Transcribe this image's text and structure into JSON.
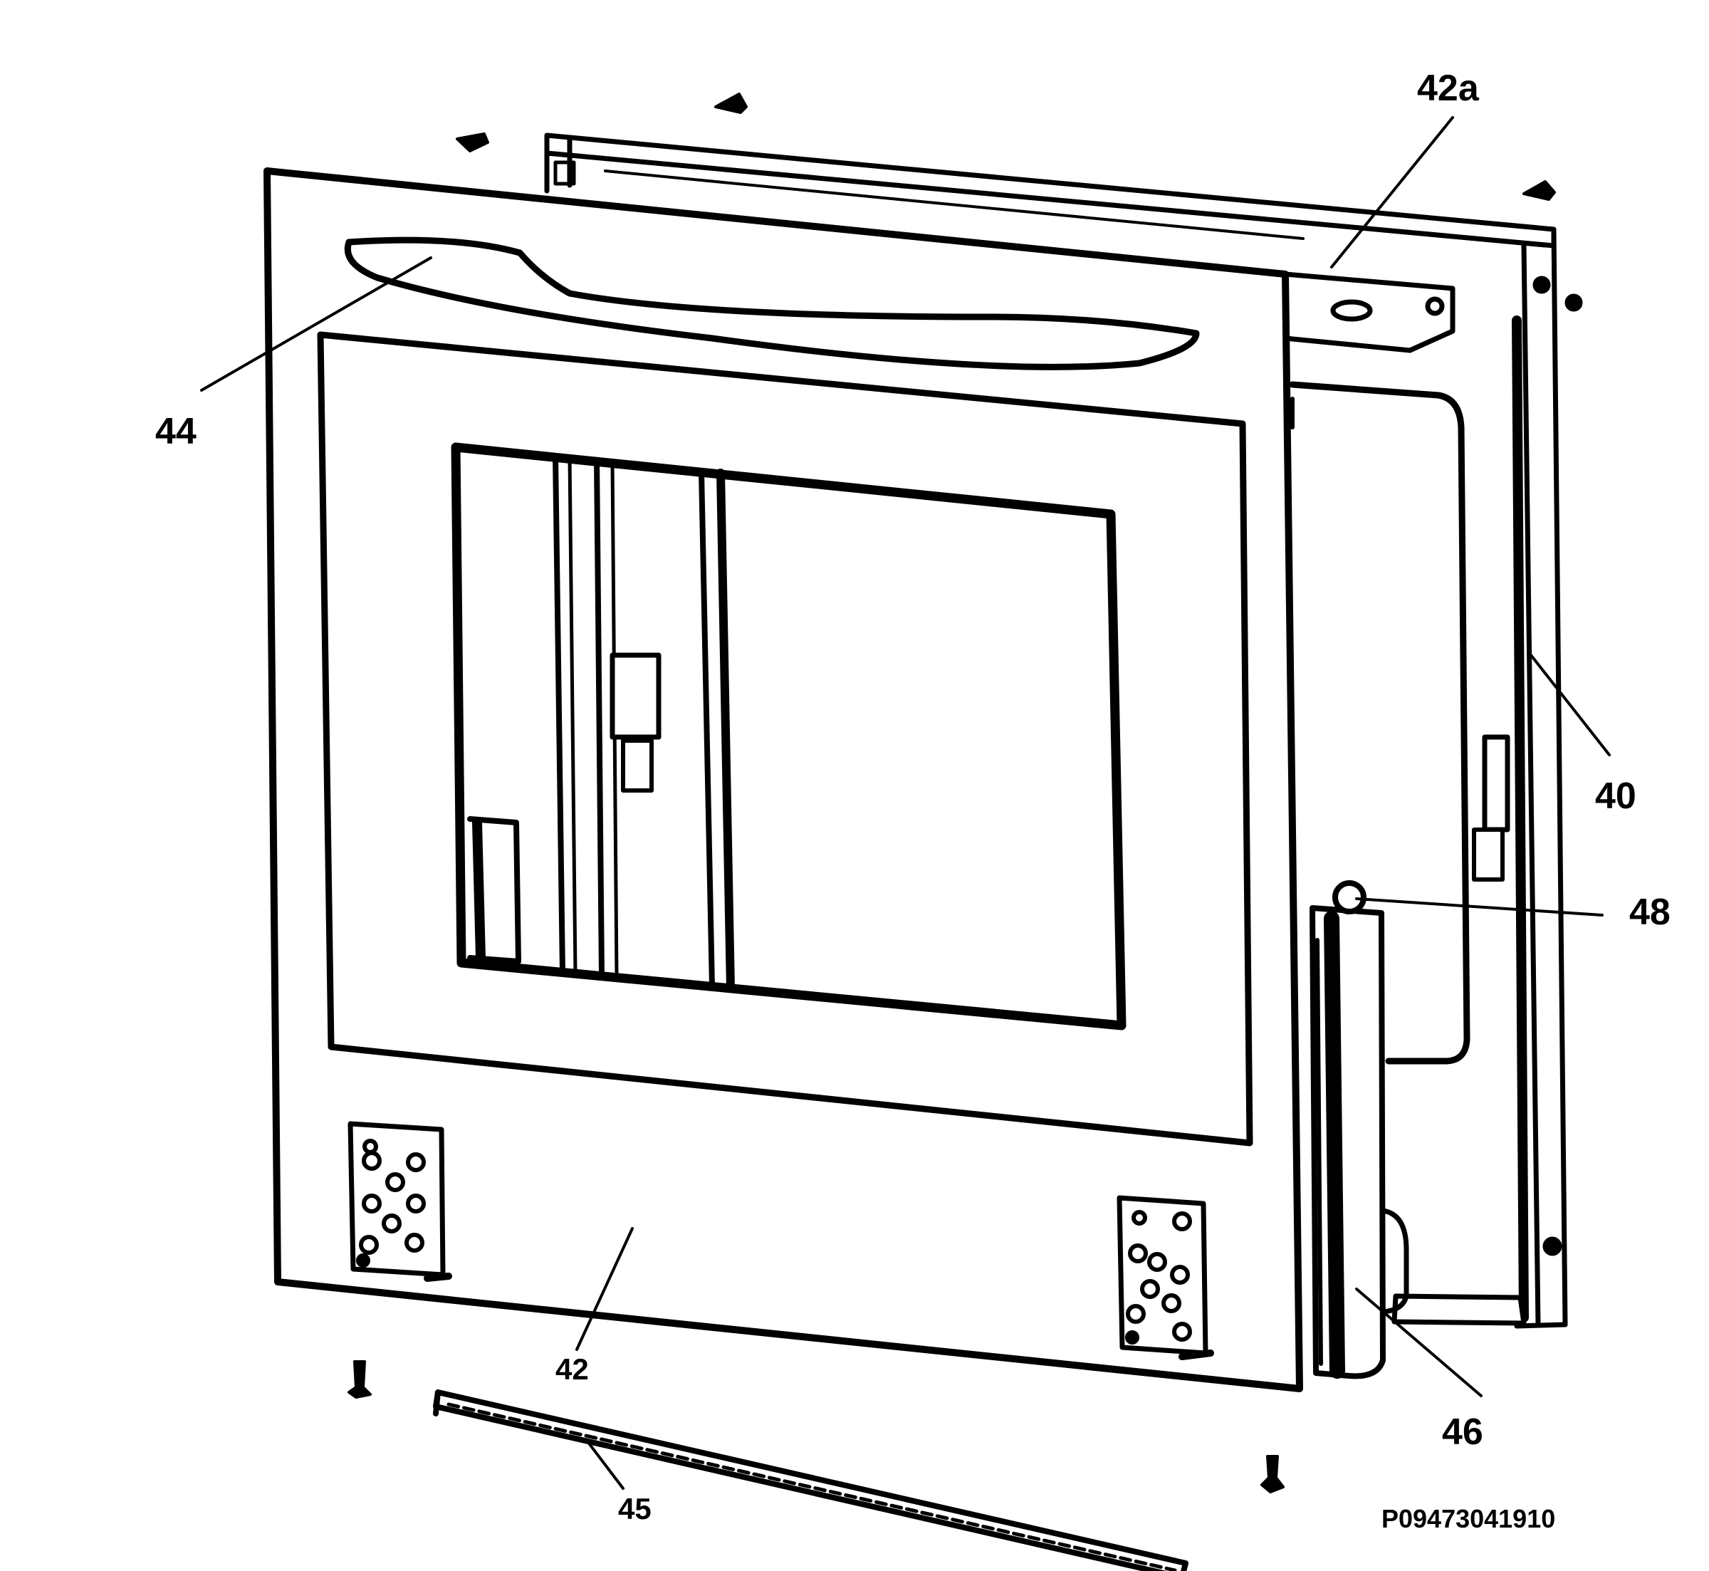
{
  "diagram": {
    "part_labels": {
      "p42a": "42a",
      "p44": "44",
      "p40": "40",
      "p48": "48",
      "p42": "42",
      "p46": "46",
      "p45": "45"
    },
    "drawing_code": "P09473041910"
  }
}
